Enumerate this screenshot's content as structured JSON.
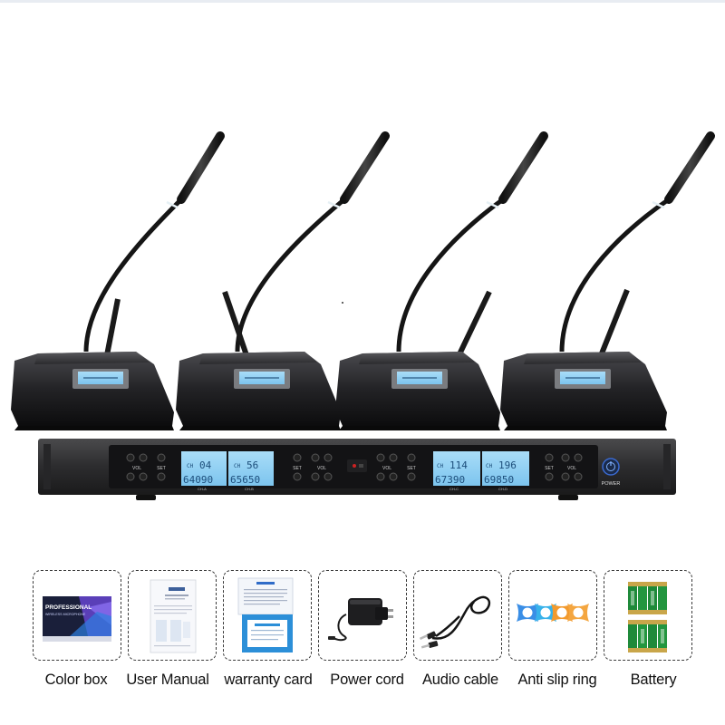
{
  "receiver": {
    "channels": [
      {
        "ch": "04",
        "freq": "64090",
        "label": "CH-A"
      },
      {
        "ch": "56",
        "freq": "65650",
        "label": "CH-B"
      },
      {
        "ch": "114",
        "freq": "67390",
        "label": "CH-C"
      },
      {
        "ch": "196",
        "freq": "69850",
        "label": "CH-D"
      }
    ],
    "ch_prefix": "CH",
    "vol_label": "VOL",
    "set_label": "SET",
    "power_label": "POWER"
  },
  "accessories": [
    {
      "label": "Color box",
      "icon": "color-box-icon"
    },
    {
      "label": "User Manual",
      "icon": "user-manual-icon"
    },
    {
      "label": "warranty card",
      "icon": "warranty-card-icon"
    },
    {
      "label": "Power cord",
      "icon": "power-adapter-icon"
    },
    {
      "label": "Audio cable",
      "icon": "audio-cable-icon"
    },
    {
      "label": "Anti slip ring",
      "icon": "anti-slip-ring-icon"
    },
    {
      "label": "Battery",
      "icon": "battery-icon"
    }
  ],
  "box_text": {
    "line1": "PROFESSIONAL",
    "line2": "WIRELESS MICROPHONE"
  },
  "colors": {
    "lcd": "#8fd0f4",
    "lcd_dark": "#1c4d7a",
    "unit_dark": "#1d1d1f",
    "panel": "#151517",
    "frame": "#3a3a3a"
  }
}
